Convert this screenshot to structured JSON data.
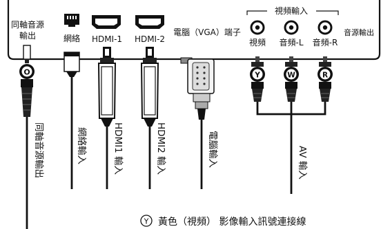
{
  "panel": {
    "coax_line1": "同軸音源",
    "coax_line2": "輸出",
    "network": "網絡",
    "hdmi1": "HDMI-1",
    "hdmi2": "HDMI-2",
    "vga": "電腦（VGA）端子",
    "video_group": "視頻輸入",
    "video": "視頻",
    "audio_l": "音頻-L",
    "audio_r": "音頻-R",
    "audio_out": "音源輸出"
  },
  "plugs": {
    "coax_letter": "O",
    "yellow_letter": "Y",
    "white_letter": "W",
    "red_letter": "R"
  },
  "cables": {
    "coax": "同軸音源輸出",
    "network": "網絡輸入",
    "hdmi1": "HDMI1 輸入",
    "hdmi2": "HDMI2 輸入",
    "vga": "電腦輸入",
    "av": "AV 輸入"
  },
  "legend": {
    "symbol": "Y",
    "text": "黃色（視頻）  影像輸入訊號連接線"
  }
}
